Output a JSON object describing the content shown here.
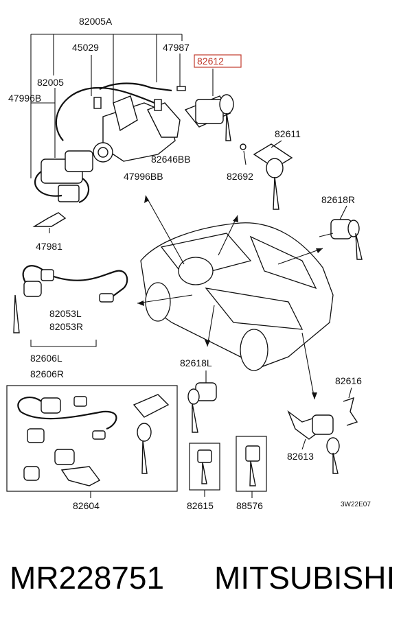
{
  "callouts": {
    "c82005A": "82005A",
    "c45029": "45029",
    "c47987": "47987",
    "c82612": "82612",
    "c82005": "82005",
    "c47996B": "47996B",
    "c82646BB": "82646BB",
    "c47996BB": "47996BB",
    "c82611": "82611",
    "c82692": "82692",
    "c82618R": "82618R",
    "c47981": "47981",
    "c82053L": "82053L",
    "c82053R": "82053R",
    "c82606L": "82606L",
    "c82606R": "82606R",
    "c82618L": "82618L",
    "c82616": "82616",
    "c82613": "82613",
    "c82604": "82604",
    "c82615": "82615",
    "c88576": "88576",
    "code": "3W22E07"
  },
  "footer": {
    "part_number": "MR228751",
    "brand": "MITSUBISHI"
  },
  "colors": {
    "highlight": "#c0392b",
    "ink": "#111111"
  }
}
